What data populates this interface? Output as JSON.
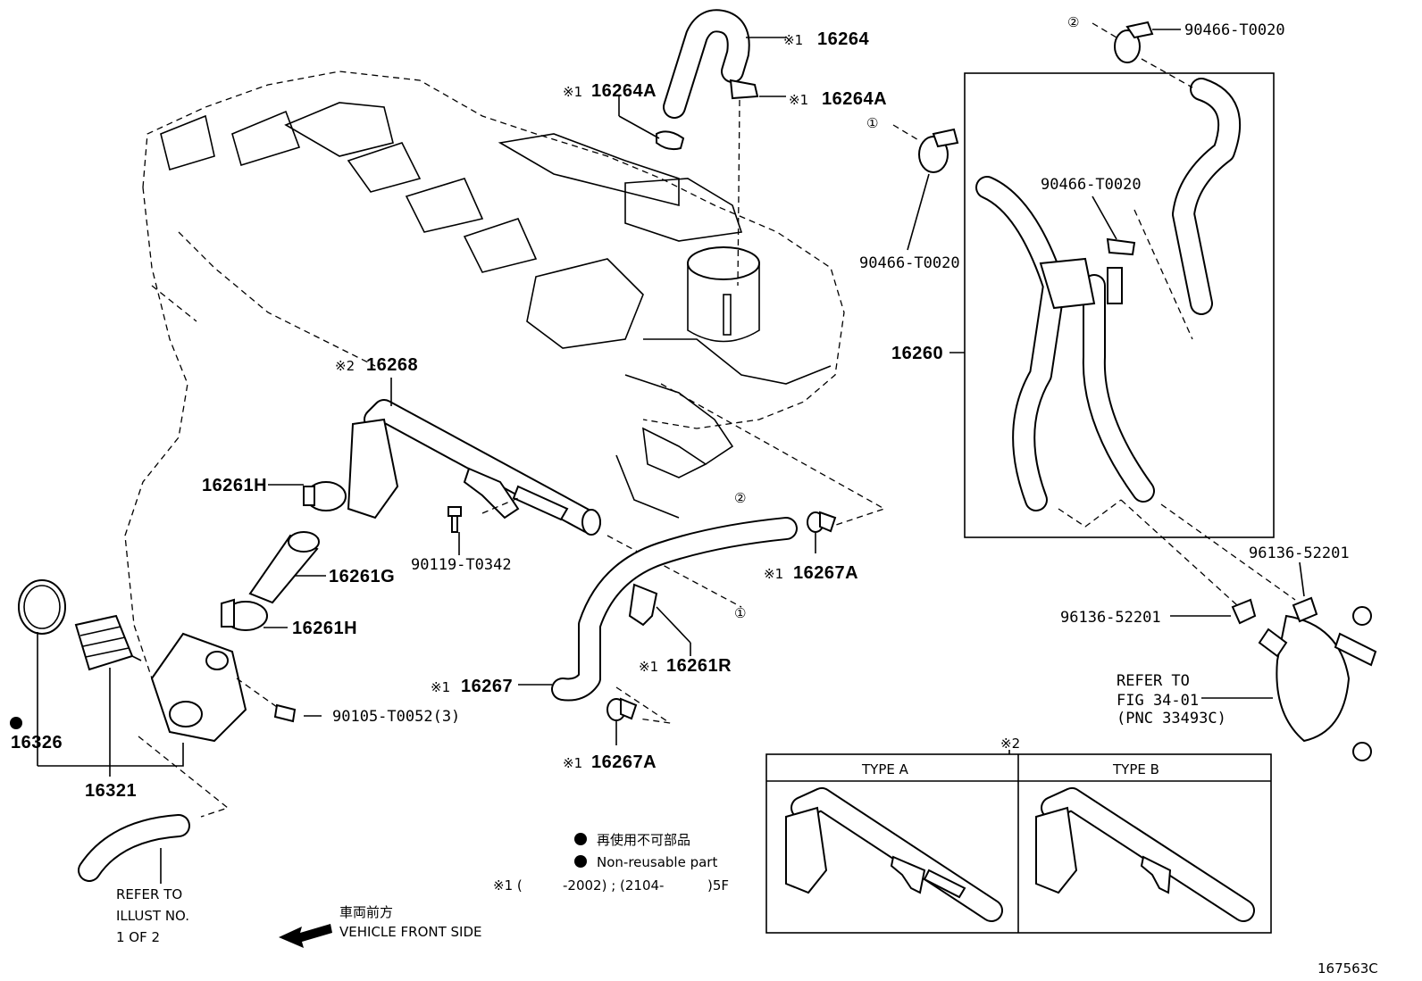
{
  "diagram": {
    "callouts": {
      "hose_16264": "16264",
      "clamp_16264A_left": "16264A",
      "clamp_16264A_right": "16264A",
      "clip_90466_top": "90466-T0020",
      "clip_90466_mid": "90466-T0020",
      "clip_90466_left": "90466-T0020",
      "hose_assy_16260": "16260",
      "pipe_16268": "16268",
      "clamp_16261H_upper": "16261H",
      "hose_16261G": "16261G",
      "clamp_16261H_lower": "16261H",
      "bolt_90119": "90119-T0342",
      "clamp_16267A_upper": "16267A",
      "clamp_16261R": "16261R",
      "hose_16267": "16267",
      "clamp_16267A_lower": "16267A",
      "bolt_90105": "90105-T0052(3)",
      "gasket_16326": "16326",
      "thermostat_16321": "16321",
      "clamp_96136_upper": "96136-52201",
      "clamp_96136_lower": "96136-52201"
    },
    "markers": {
      "note1": "※1",
      "note2": "※2",
      "circle1": "①",
      "circle2": "②"
    },
    "refer_cooler": {
      "line1": "REFER TO",
      "line2": "FIG 34-01",
      "line3": "(PNC 33493C)"
    },
    "refer_illust": {
      "line1": "REFER TO",
      "line2": "ILLUST NO.",
      "line3": "1 OF 2"
    },
    "legend": {
      "jp": "再使用不可部品",
      "en": "Non-reusable part",
      "note1_prefix": "※1 (",
      "note1_mid": "-2002) ; (2104-",
      "note1_suffix": ")5F"
    },
    "front": {
      "jp": "車両前方",
      "en": "VEHICLE FRONT SIDE"
    },
    "inset": {
      "title": "※2",
      "type_a": "TYPE A",
      "type_b": "TYPE B"
    },
    "figure_id": "167563C"
  }
}
